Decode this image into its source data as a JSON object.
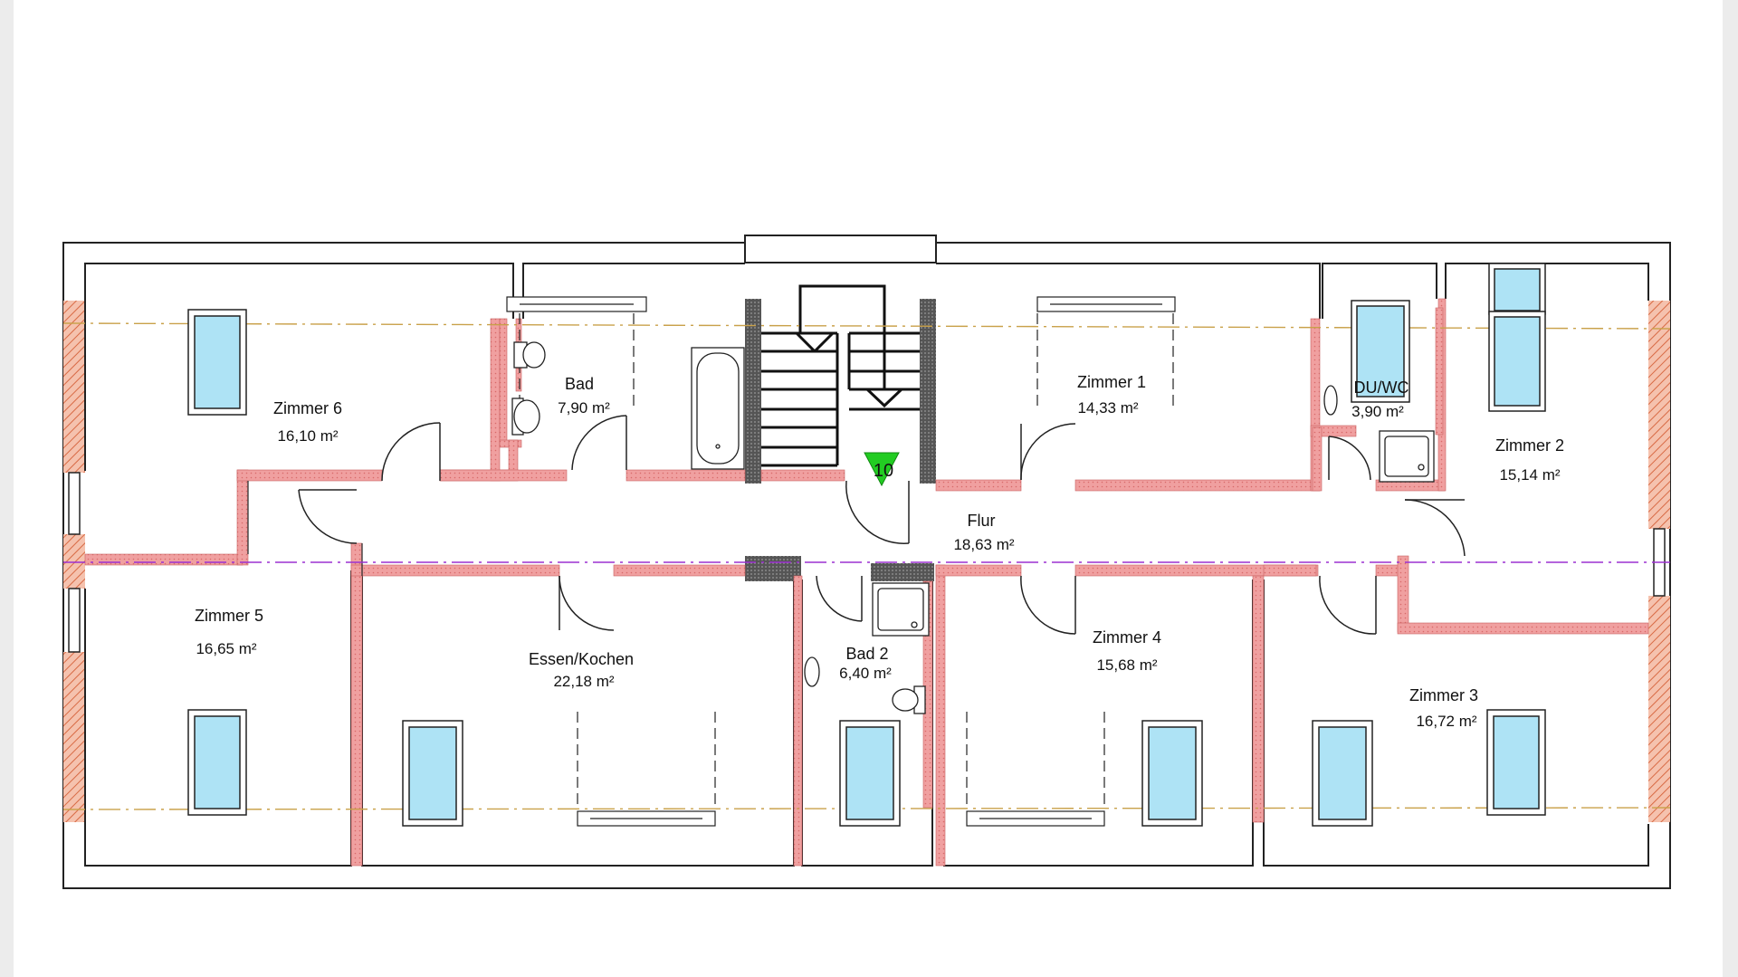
{
  "plan": {
    "colors": {
      "wall": "#f0a0a0",
      "wall_dots": "#e07878",
      "outline": "#222222",
      "window_glass": "#aee3f5",
      "gable_hatch": "#e98862",
      "axis_line": "#c9a14a",
      "axis_line_center": "#9b30d0",
      "marker": "#22cc22"
    },
    "marker_label": "10",
    "rooms": [
      {
        "id": "zimmer-6",
        "name": "Zimmer 6",
        "area": "16,10 m²"
      },
      {
        "id": "bad",
        "name": "Bad",
        "area": "7,90 m²"
      },
      {
        "id": "zimmer-1",
        "name": "Zimmer 1",
        "area": "14,33 m²"
      },
      {
        "id": "du-wc",
        "name": "DU/WC",
        "area": "3,90 m²"
      },
      {
        "id": "zimmer-2",
        "name": "Zimmer 2",
        "area": "15,14 m²"
      },
      {
        "id": "flur",
        "name": "Flur",
        "area": "18,63 m²"
      },
      {
        "id": "zimmer-5",
        "name": "Zimmer 5",
        "area": "16,65 m²"
      },
      {
        "id": "essen-kochen",
        "name": "Essen/Kochen",
        "area": "22,18 m²"
      },
      {
        "id": "bad-2",
        "name": "Bad 2",
        "area": "6,40 m²"
      },
      {
        "id": "zimmer-4",
        "name": "Zimmer 4",
        "area": "15,68 m²"
      },
      {
        "id": "zimmer-3",
        "name": "Zimmer 3",
        "area": "16,72 m²"
      }
    ]
  }
}
